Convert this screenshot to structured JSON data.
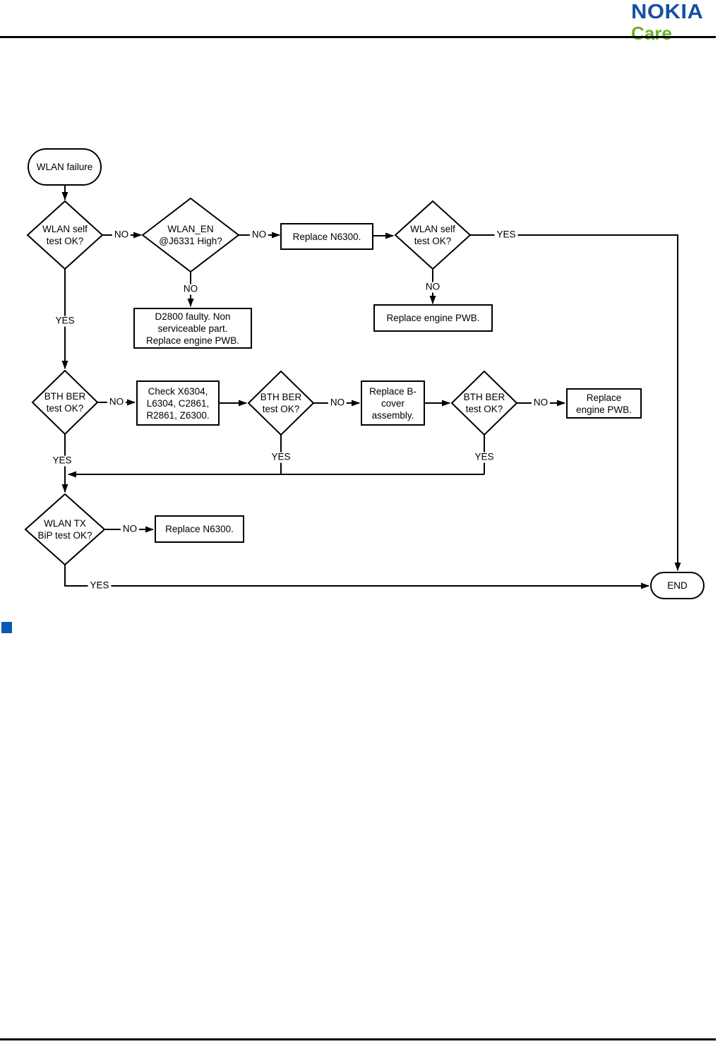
{
  "logo": {
    "brand": "NOKIA",
    "sub": "Care"
  },
  "colors": {
    "nokia_blue": "#1650A0",
    "care_green": "#69B32A",
    "bullet_blue": "#0A58B6",
    "flow_line": "#000000"
  },
  "flowchart": {
    "nodes": {
      "start": "WLAN failure",
      "d_wlan_self_1": "WLAN self\ntest OK?",
      "d_wlan_en": "WLAN_EN\n@J6331 High?",
      "b_replace_n6300_1": "Replace N6300.",
      "d_wlan_self_2": "WLAN self\ntest OK?",
      "b_d2800": "D2800 faulty. Non\nserviceable part.\nReplace engine PWB.",
      "b_replace_engine_1": "Replace engine PWB.",
      "d_bth_1": "BTH BER\ntest OK?",
      "b_check": "Check X6304,\nL6304, C2861,\nR2861, Z6300.",
      "d_bth_2": "BTH BER\ntest OK?",
      "b_bcover": "Replace B-\ncover\nassembly.",
      "d_bth_3": "BTH BER\ntest OK?",
      "b_replace_engine_2": "Replace\nengine PWB.",
      "d_wlan_tx": "WLAN TX\nBiP test OK?",
      "b_replace_n6300_2": "Replace N6300.",
      "end": "END"
    },
    "labels": {
      "yes": "YES",
      "no": "NO"
    }
  }
}
